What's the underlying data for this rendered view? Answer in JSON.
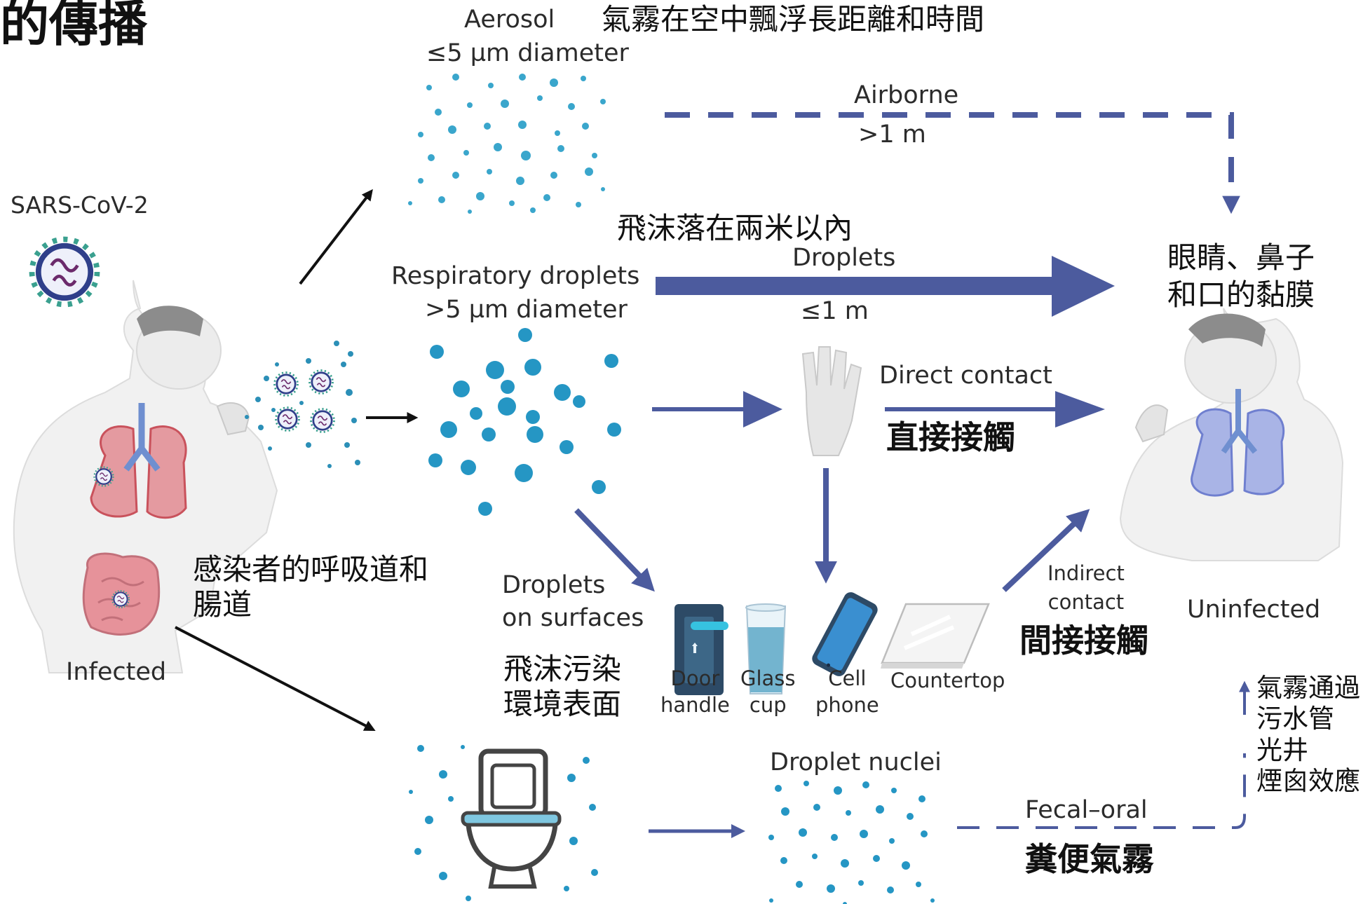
{
  "title": "的傳播",
  "sections": {
    "aerosol": {
      "label": "Aerosol",
      "size": "≤5 µm diameter",
      "note_zh": "氣霧在空中飄浮長距離和時間",
      "route": "Airborne",
      "distance": ">1 m"
    },
    "droplets": {
      "label": "Respiratory droplets",
      "size": ">5 µm diameter",
      "note_zh": "飛沫落在兩米以內",
      "route": "Droplets",
      "distance": "≤1 m"
    },
    "direct": {
      "label": "Direct contact",
      "note_zh": "直接接觸"
    },
    "surfaces": {
      "label": "Droplets\non surfaces",
      "note_zh": "飛沫污染\n環境表面",
      "items": [
        "Door\nhandle",
        "Glass\ncup",
        "Cell\nphone",
        "Countertop"
      ]
    },
    "indirect": {
      "label": "Indirect\ncontact",
      "note_zh": "間接接觸"
    },
    "fecal": {
      "label": "Droplet nuclei",
      "route": "Fecal–oral",
      "note_zh": "糞便氣霧",
      "vent_note_zh": "氣霧通過\n污水管\n光井\n煙囪效應"
    }
  },
  "infected": {
    "virus_label": "SARS-CoV-2",
    "organs_zh": "感染者的呼吸道和\n腸道",
    "label": "Infected"
  },
  "uninfected": {
    "mucosa_zh": "眼睛、鼻子\n和口的黏膜",
    "label": "Uninfected"
  },
  "colors": {
    "arrow": "#4c5b9e",
    "droplet": "#2596c4",
    "aerosol": "#3aa6cc",
    "lung_infected": "#d9737c",
    "lung_uninfected": "#8a98d6",
    "virus": "#2f3f8a"
  }
}
